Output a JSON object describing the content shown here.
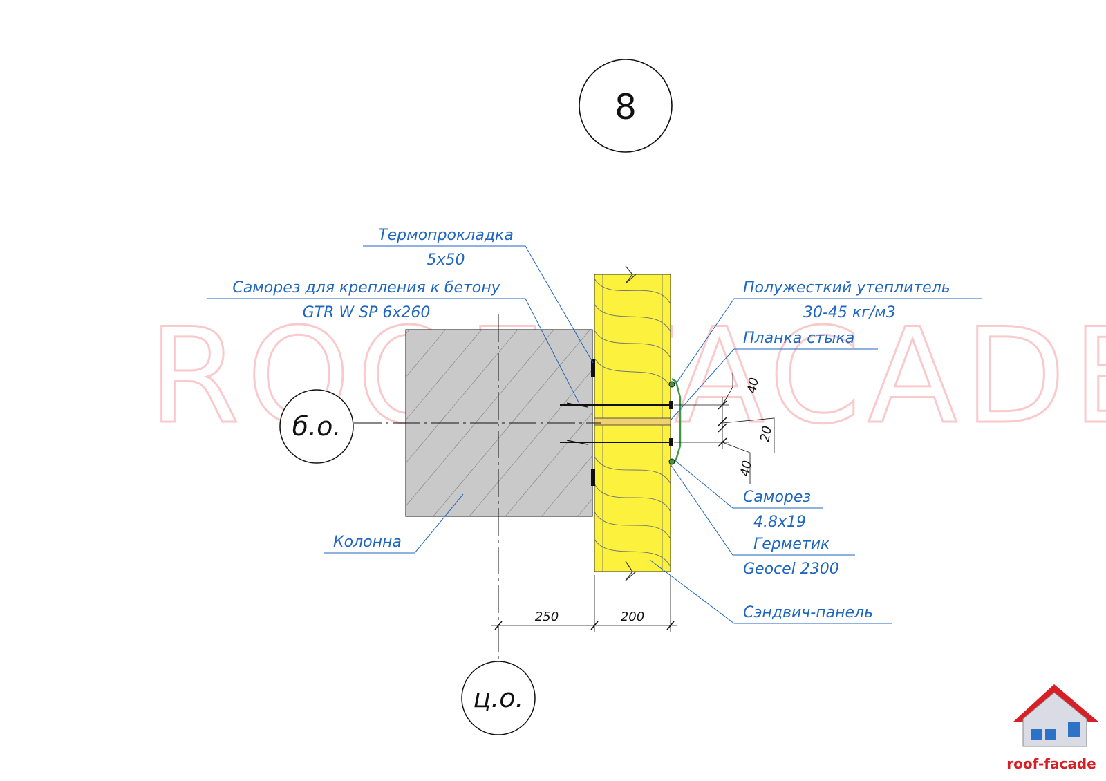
{
  "detail_number": "8",
  "watermark": "ROOF-FACADE",
  "axes": {
    "horizontal": "б.о.",
    "vertical": "ц.о."
  },
  "labels": {
    "thermal_pad": {
      "line1": "Термопрокладка",
      "line2": "5x50"
    },
    "concrete_screw": {
      "line1": "Саморез для крепления к бетону",
      "line2": "GTR W SP 6x260"
    },
    "insulation": {
      "line1": "Полужесткий утеплитель",
      "line2": "30-45 кг/м3"
    },
    "joint_strip": {
      "line1": "Планка стыка"
    },
    "screw": {
      "line1": "Саморез",
      "line2": "4.8x19"
    },
    "sealant": {
      "line1": "Герметик",
      "line2": "Geocel 2300"
    },
    "sandwich_panel": {
      "line1": "Сэндвич-панель"
    },
    "column": {
      "line1": "Колонна"
    }
  },
  "dimensions": {
    "column_depth": "250",
    "panel_thickness": "200",
    "upper_offset": "40",
    "gap": "20",
    "lower_offset": "40"
  },
  "logo": {
    "text": "roof-facade"
  },
  "colors": {
    "label_blue": "#1f66c0",
    "insulation_yellow": "#fcf13c",
    "concrete_gray": "#c9c9c9",
    "strip_green": "#3f9a3f",
    "watermark_pink": "#f9c9cc",
    "logo_red": "#d91f26"
  }
}
